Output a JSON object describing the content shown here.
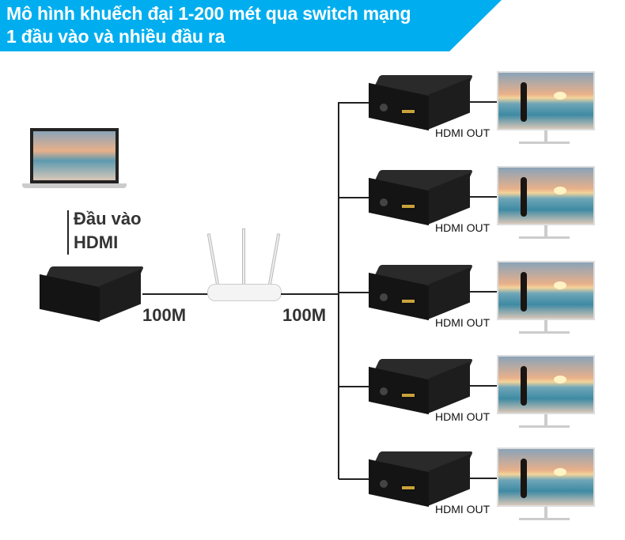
{
  "header": {
    "line1": "Mô hình khuếch đại 1-200 mét qua switch mạng",
    "line2": "1 đầu vào và nhiều đầu ra",
    "color": "#00aeef"
  },
  "input": {
    "label_line1": "Đầu vào",
    "label_line2": "HDMI"
  },
  "links": {
    "left_speed": "100M",
    "right_speed": "100M"
  },
  "outputs": [
    {
      "label": "HDMI OUT"
    },
    {
      "label": "HDMI OUT"
    },
    {
      "label": "HDMI OUT"
    },
    {
      "label": "HDMI OUT"
    },
    {
      "label": "HDMI OUT"
    }
  ]
}
